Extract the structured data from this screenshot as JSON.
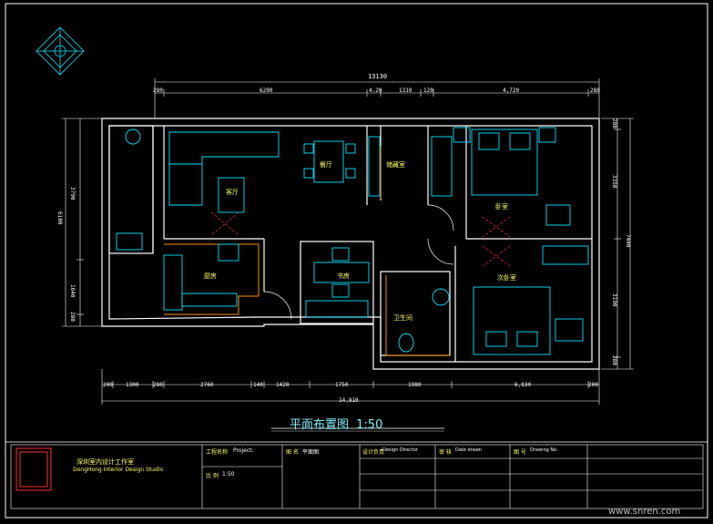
{
  "drawing": {
    "title": "平面布置图",
    "scale": "1:50",
    "overall_width": "13130",
    "overall_width_bottom": "14,810",
    "top_dims": [
      "280",
      "6200",
      "4.20",
      "1310",
      "120",
      "4,720",
      "280"
    ],
    "bottom_dims": [
      "200",
      "1300",
      "280",
      "2760",
      "140",
      "1420",
      "1750",
      "1980",
      "6,830",
      "200"
    ],
    "left_dims": [
      "3790",
      "6100",
      "1640",
      "280"
    ],
    "right_dims": [
      "3350",
      "7440",
      "3190",
      "280",
      "280"
    ],
    "rooms": {
      "living": "客厅",
      "dining": "餐厅",
      "storage": "储藏室",
      "master_bed": "卧室",
      "kitchen": "厨房",
      "study": "书房",
      "bath": "卫生间",
      "second_bed": "次卧室"
    }
  },
  "title_block": {
    "studio_name": "深圳室内设计工作室",
    "studio_name_en": "DongHong Interior Design Studio",
    "project_label": "工程名称",
    "project_label_en": "Project:",
    "scale_label": "比 例",
    "scale_value": "1:50",
    "c3_label": "图 名",
    "c3_value": "平面图",
    "c4_label": "设计负责",
    "c4_value": "Design Director",
    "c5_label": "审 核",
    "c5_value": "Date drawn",
    "c6_label": "图 号",
    "c6_value": "Drawing No."
  },
  "watermark": "www.snren.com",
  "colors": {
    "wall": "#ffffff",
    "furniture": "#00e5ff",
    "dimension": "#ffffff",
    "highlight": "#ff8c00",
    "door_swing": "#ff3030",
    "text_yellow": "#ffff60",
    "title_cyan": "#7ff2ff"
  }
}
